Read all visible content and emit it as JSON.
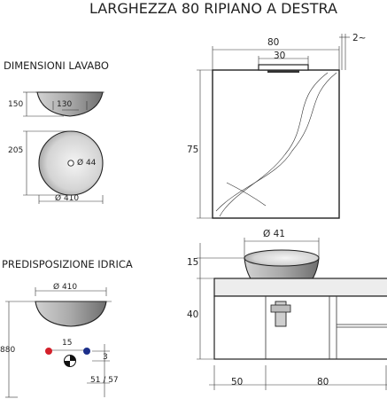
{
  "title": "LARGHEZZA 80 RIPIANO A DESTRA",
  "basin_section": {
    "heading": "DIMENSIONI LAVABO",
    "side_height": "150",
    "side_base": "130",
    "top_height": "205",
    "drain_diameter": "Ø 44",
    "top_diameter": "Ø 410"
  },
  "plumbing_section": {
    "heading": "PREDISPOSIZIONE IDRICA",
    "basin_diameter": "Ø 410",
    "total_height": "880",
    "tap_spacing": "15",
    "tap_offset": "3",
    "drain_height": "51 / 57"
  },
  "mirror": {
    "width": "80",
    "lamp_width": "30",
    "depth": "2~",
    "height": "75"
  },
  "cabinet": {
    "basin_diameter": "Ø 41",
    "basin_height": "15",
    "cabinet_height": "40",
    "depth": "50",
    "width": "80"
  },
  "colors": {
    "hot": "#d4202a",
    "cold": "#1c2f8a",
    "line": "#333333",
    "shade": "#dcdcdc"
  }
}
